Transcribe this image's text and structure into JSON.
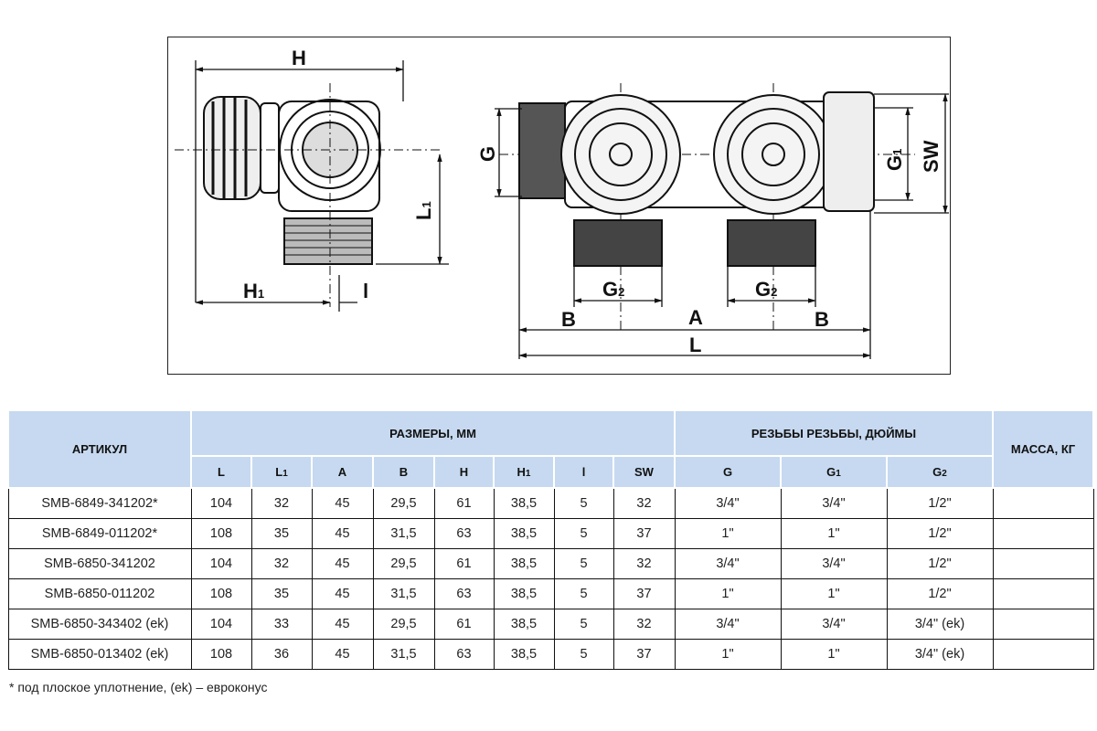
{
  "drawing": {
    "labels": {
      "H": "H",
      "L1": "L",
      "L1_sub": "1",
      "H1": "H",
      "H1_sub": "1",
      "l": "l",
      "G": "G",
      "G1": "G",
      "G1_sub": "1",
      "SW": "SW",
      "G2": "G",
      "G2_sub": "2",
      "A": "A",
      "B": "B",
      "L": "L"
    }
  },
  "table": {
    "group_headers": {
      "article": "АРТИКУЛ",
      "dimensions": "РАЗМЕРЫ, ММ",
      "threads": "РЕЗЬБЫ РЕЗЬБЫ, ДЮЙМЫ",
      "mass": "МАССА, КГ"
    },
    "columns": [
      "L",
      "L1",
      "A",
      "B",
      "H",
      "H1",
      "l",
      "SW",
      "G",
      "G1",
      "G2"
    ],
    "rows": [
      [
        "SMB-6849-341202*",
        "104",
        "32",
        "45",
        "29,5",
        "61",
        "38,5",
        "5",
        "32",
        "3/4\"",
        "3/4\"",
        "1/2\"",
        ""
      ],
      [
        "SMB-6849-011202*",
        "108",
        "35",
        "45",
        "31,5",
        "63",
        "38,5",
        "5",
        "37",
        "1\"",
        "1\"",
        "1/2\"",
        ""
      ],
      [
        "SMB-6850-341202",
        "104",
        "32",
        "45",
        "29,5",
        "61",
        "38,5",
        "5",
        "32",
        "3/4\"",
        "3/4\"",
        "1/2\"",
        ""
      ],
      [
        "SMB-6850-011202",
        "108",
        "35",
        "45",
        "31,5",
        "63",
        "38,5",
        "5",
        "37",
        "1\"",
        "1\"",
        "1/2\"",
        ""
      ],
      [
        "SMB-6850-343402 (ek)",
        "104",
        "33",
        "45",
        "29,5",
        "61",
        "38,5",
        "5",
        "32",
        "3/4\"",
        "3/4\"",
        "3/4\" (ek)",
        ""
      ],
      [
        "SMB-6850-013402 (ek)",
        "108",
        "36",
        "45",
        "31,5",
        "63",
        "38,5",
        "5",
        "37",
        "1\"",
        "1\"",
        "3/4\" (ek)",
        ""
      ]
    ]
  },
  "footnote": "* под плоское уплотнение, (ek) – евроконус"
}
